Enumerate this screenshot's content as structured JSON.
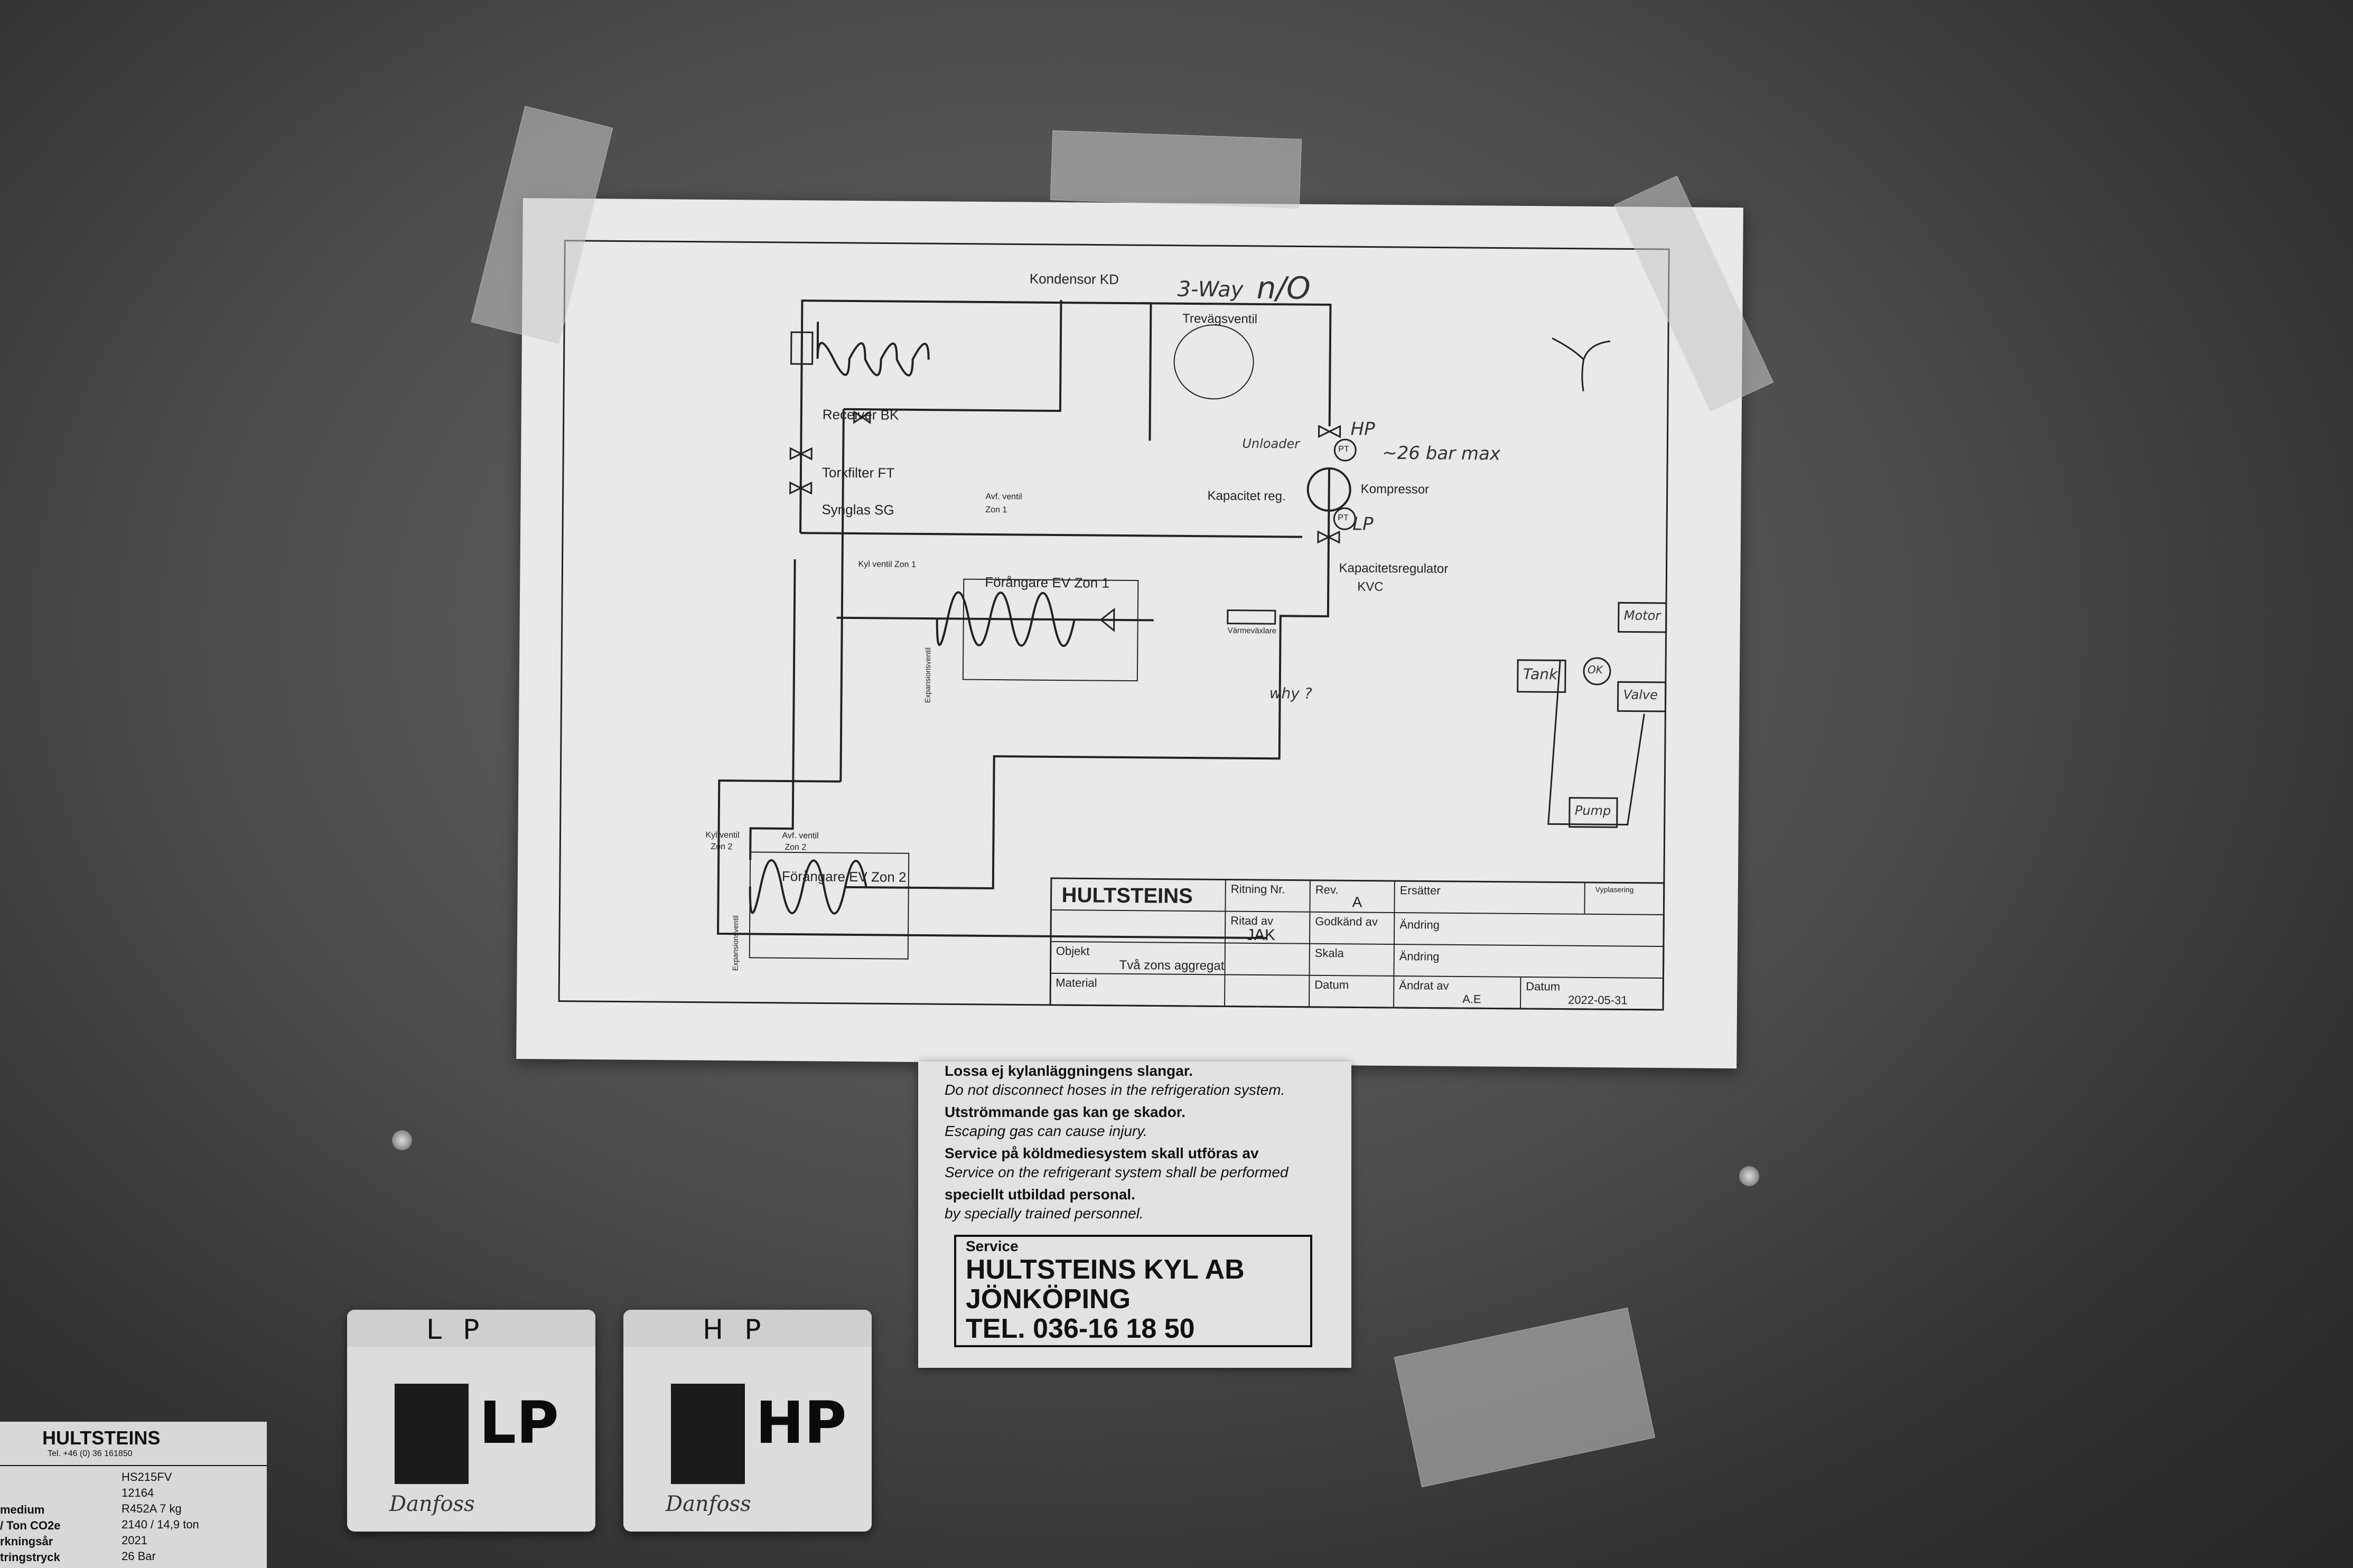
{
  "diagram": {
    "labels": {
      "kondensor": "Kondensor KD",
      "trevagsventil": "Trevägsventil",
      "receiver": "Receiver BK",
      "torkfilter": "Torkfilter FT",
      "synglas": "Synglas SG",
      "avf_ventil_1": "Avf. ventil",
      "zon1_small": "Zon 1",
      "kyl_ventil_1": "Kyl ventil Zon 1",
      "forangare_1": "Förångare EV Zon 1",
      "expansionsventil": "Expansionsventil",
      "varmevaxlare": "Värmeväxlare",
      "kapacitet_reg": "Kapacitet reg.",
      "kompressor": "Kompressor",
      "kapacitetsregulator": "Kapacitetsregulator",
      "kvc": "KVC",
      "pt": "PT",
      "kyl_ventil_2": "Kyl ventil",
      "zon2_small": "Zon 2",
      "avf_ventil_2": "Avf. ventil",
      "forangare_2": "Förångare EV Zon 2"
    },
    "handwriting": {
      "three_way": "3-Way",
      "nio": "n/O",
      "hp": "HP",
      "max": "~26 bar max",
      "lp": "LP",
      "unloader": "Unloader",
      "why": "why ?",
      "tank": "Tank",
      "motor": "Motor",
      "valve": "Valve",
      "pump": "Pump",
      "ok": "OK"
    },
    "title_block": {
      "brand": "HULTSTEINS",
      "ritning_nr": "Ritning Nr.",
      "rev": "Rev.",
      "rev_value": "A",
      "ersatter": "Ersätter",
      "vyplasering": "Vyplasering",
      "ritad_av": "Ritad av",
      "ritad_av_value": "JAK",
      "godkand_av": "Godkänd av",
      "andring": "Ändring",
      "objekt": "Objekt",
      "objekt_value": "Två zons aggregat",
      "skala": "Skala",
      "material": "Material",
      "datum": "Datum",
      "andrat_av": "Ändrat av",
      "andrat_av_value": "A.E",
      "datum_value": "2022-05-31"
    }
  },
  "warning_label": {
    "line1_sv": "Lossa ej kylanläggningens slangar.",
    "line1_en": "Do not disconnect hoses in the refrigeration system.",
    "line2_sv": "Utströmmande gas kan ge skador.",
    "line2_en": "Escaping gas can cause injury.",
    "line3_sv": "Service på köldmediesystem skall utföras av",
    "line3_en": "Service on the refrigerant system shall be performed",
    "line4_sv": "speciellt utbildad personal.",
    "line4_en": "by specially trained personnel.",
    "service_heading": "Service",
    "company": "HULTSTEINS KYL AB",
    "city": "JÖNKÖPING",
    "phone": "TEL. 036-16 18 50"
  },
  "pressure_switches": {
    "left_top": "LP",
    "left_big": "LP",
    "right_top": "HP",
    "right_big": "HP",
    "brand": "Danfoss"
  },
  "nameplate": {
    "brand": "HULTSTEINS",
    "tel": "Tel. +46 (0) 36 161850",
    "model": "HS215FV",
    "serial": "12164",
    "medium_label": "medium",
    "medium_value": "R452A  7 kg",
    "co2_label": "/ Ton CO2e",
    "co2_value": "2140 / 14,9 ton",
    "year_label": "rkningsår",
    "year_value": "2021",
    "pressure_label": "tringstryck",
    "pressure_value": "26 Bar"
  }
}
